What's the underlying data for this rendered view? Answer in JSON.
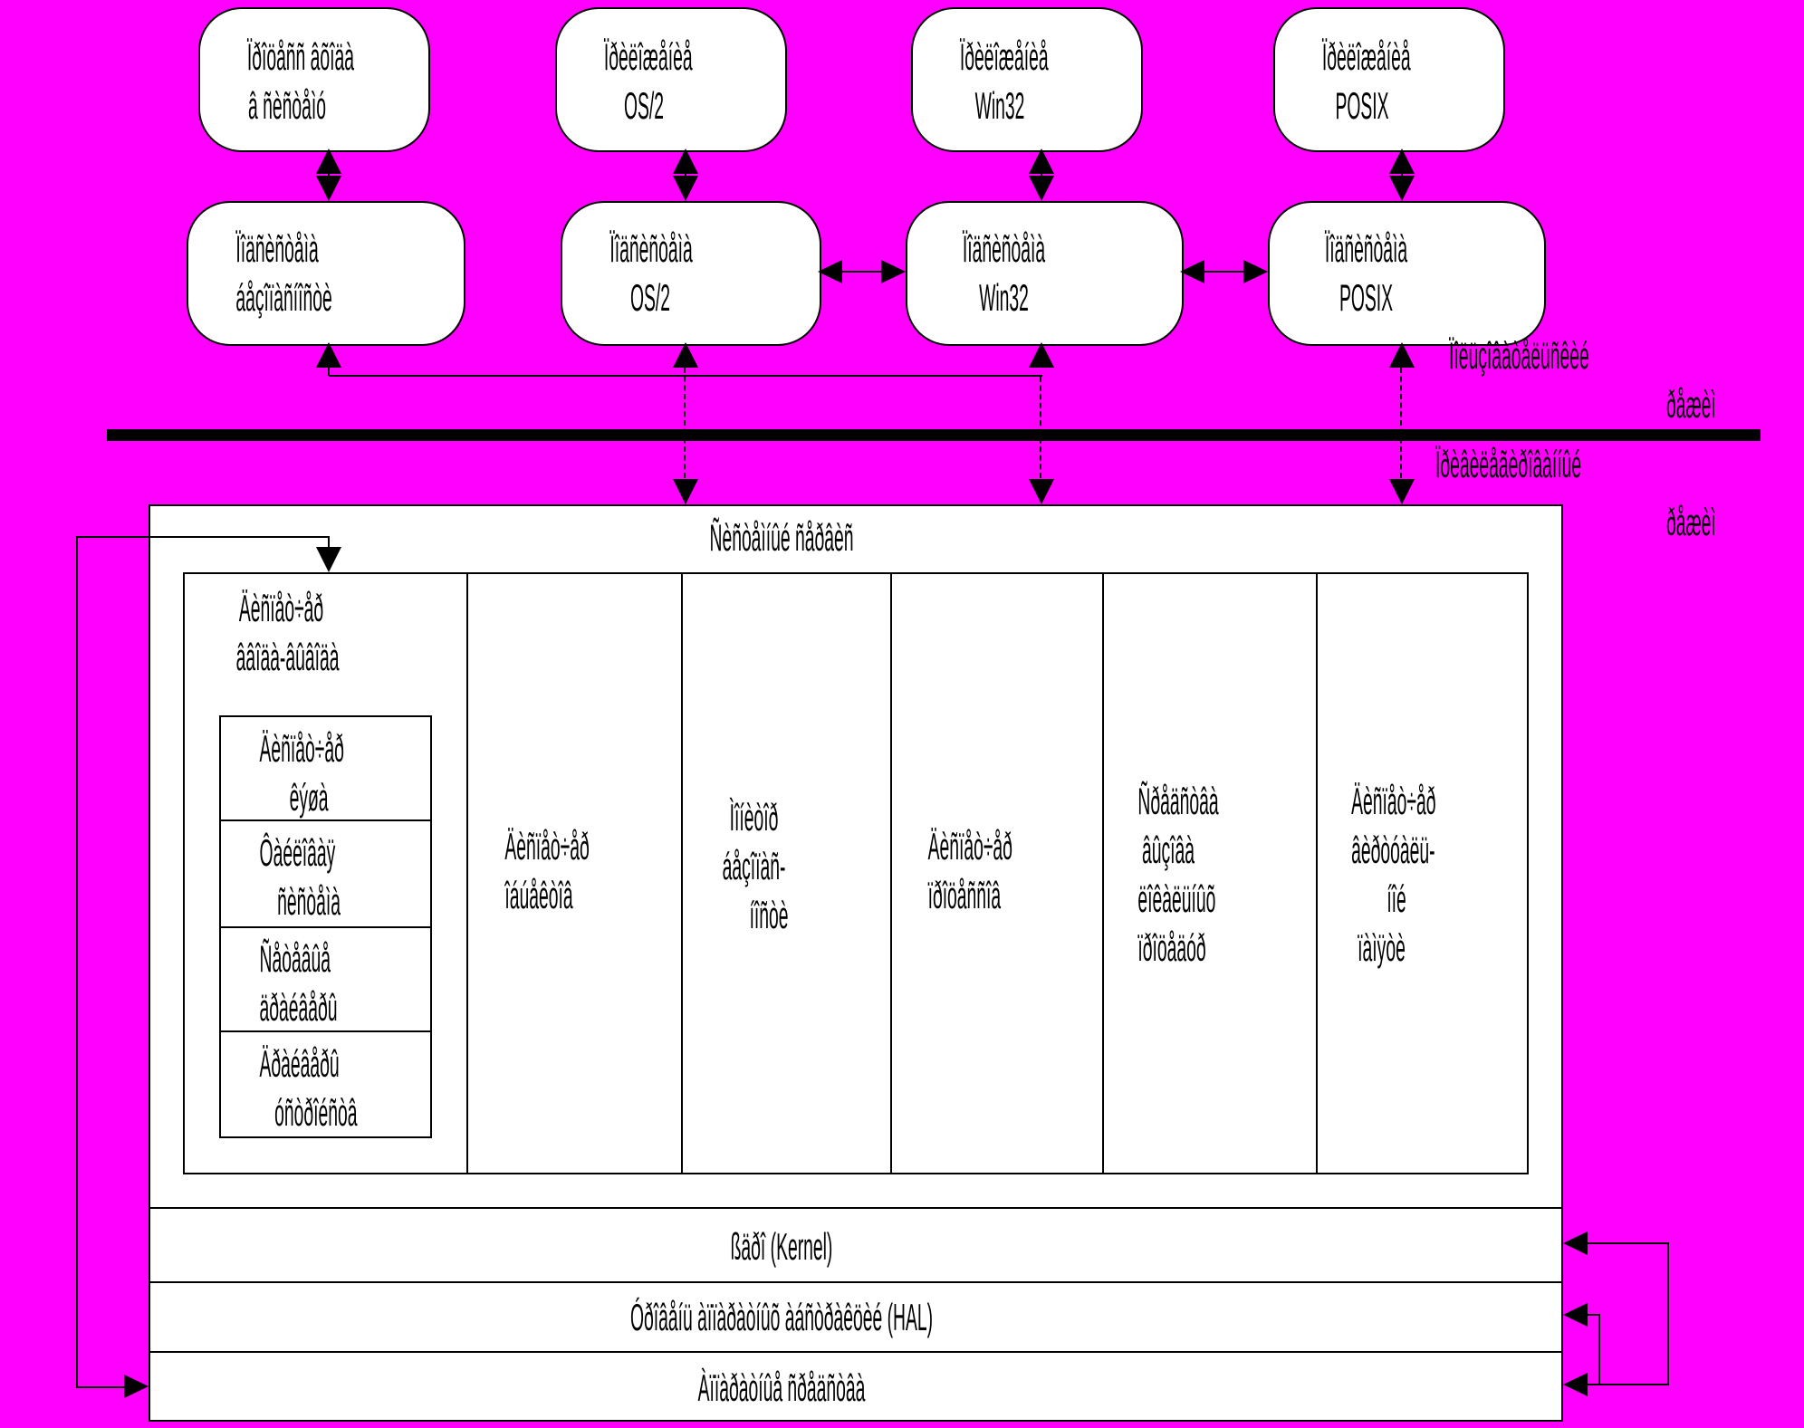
{
  "colors": {
    "background": "#ff00ff",
    "box_fill": "#ffffff",
    "line": "#000000"
  },
  "top_row": [
    {
      "line1": "Ïðîöåññ âõîäà",
      "line2": "â ñèñòåìó"
    },
    {
      "line1": "Ïðèëîæåíèå",
      "line2": "OS/2"
    },
    {
      "line1": "Ïðèëîæåíèå",
      "line2": "Win32"
    },
    {
      "line1": "Ïðèëîæåíèå",
      "line2": "POSIX"
    }
  ],
  "subsystem_row": [
    {
      "line1": "Ïîäñèñòåìà",
      "line2": "áåçîïàñíîñòè"
    },
    {
      "line1": "Ïîäñèñòåìà",
      "line2": "OS/2"
    },
    {
      "line1": "Ïîäñèñòåìà",
      "line2": "Win32"
    },
    {
      "line1": "Ïîäñèñòåìà",
      "line2": "POSIX"
    }
  ],
  "modes": {
    "user_mode_line1": "Ïîëüçîâàòåëüñêèé",
    "user_mode_line2": "ðåæèì",
    "privileged_mode_line1": "Ïðèâèëåãèðîâàííûé",
    "privileged_mode_line2": "ðåæèì"
  },
  "system_services": {
    "title": "Ñèñòåìíûé ñåðâèñ",
    "io_manager": {
      "line1": "Äèñïåò÷åð",
      "line2": "ââîäà-âûâîäà"
    },
    "io_children": [
      {
        "line1": "Äèñïåò÷åð",
        "line2": "êýøà"
      },
      {
        "line1": "Ôàéëîâàÿ",
        "line2": "ñèñòåìà"
      },
      {
        "line1": "Ñåòåâûå",
        "line2": "äðàéâåðû"
      },
      {
        "line1": "Äðàéâåðû",
        "line2": "óñòðîéñòâ"
      }
    ],
    "object_manager": {
      "line1": "Äèñïåò÷åð",
      "line2": "îáúåêòîâ"
    },
    "security_monitor": {
      "line1": "Ìîíèòîð",
      "line2": "áåçîïàñ-",
      "line3": "íîñòè"
    },
    "process_manager": {
      "line1": "Äèñïåò÷åð",
      "line2": "ïðîöåññîâ"
    },
    "lpc": {
      "line1": "Ñðåäñòâà",
      "line2": "âûçîâà",
      "line3": "ëîêàëüíûõ",
      "line4": "ïðîöåäóð"
    },
    "vm_manager": {
      "line1": "Äèñïåò÷åð",
      "line2": "âèðòóàëü-",
      "line3": "íîé",
      "line4": "ïàìÿòè"
    }
  },
  "layers": {
    "kernel": "ßäðî (Kernel)",
    "hal": "Óðîâåíü àïïàðàòíûõ àáñòðàêöèé (HAL)",
    "hardware": "Àïïàðàòíûå ñðåäñòâà"
  }
}
